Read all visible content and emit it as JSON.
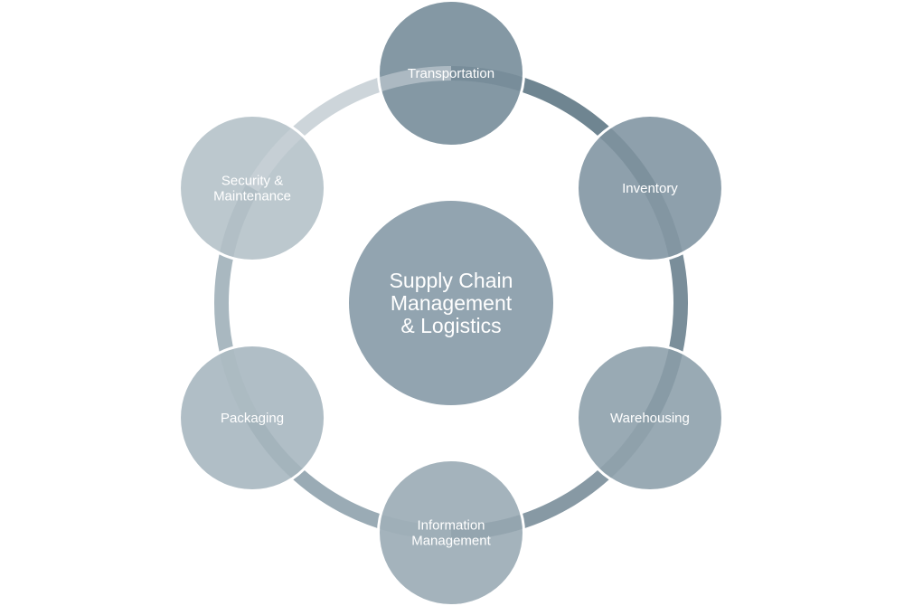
{
  "diagram": {
    "type": "cycle",
    "center": {
      "lines": [
        "Supply Chain",
        "Management",
        "& Logistics"
      ],
      "color": "#92a4b0"
    },
    "nodes": [
      {
        "lines": [
          "Transportation"
        ],
        "color": "#8498a4",
        "arc_color": "#6f8591"
      },
      {
        "lines": [
          "Inventory"
        ],
        "color": "#8ea0ac",
        "arc_color": "#7a8e9a"
      },
      {
        "lines": [
          "Warehousing"
        ],
        "color": "#99aab4",
        "arc_color": "#8799a4"
      },
      {
        "lines": [
          "Information",
          "Management"
        ],
        "color": "#a4b3bc",
        "arc_color": "#9aabb5"
      },
      {
        "lines": [
          "Packaging"
        ],
        "color": "#b0bec6",
        "arc_color": "#a9b8c0"
      },
      {
        "lines": [
          "Security &",
          "Maintenance"
        ],
        "color": "#bcc8ce",
        "arc_color": "#cdd5da"
      }
    ]
  }
}
